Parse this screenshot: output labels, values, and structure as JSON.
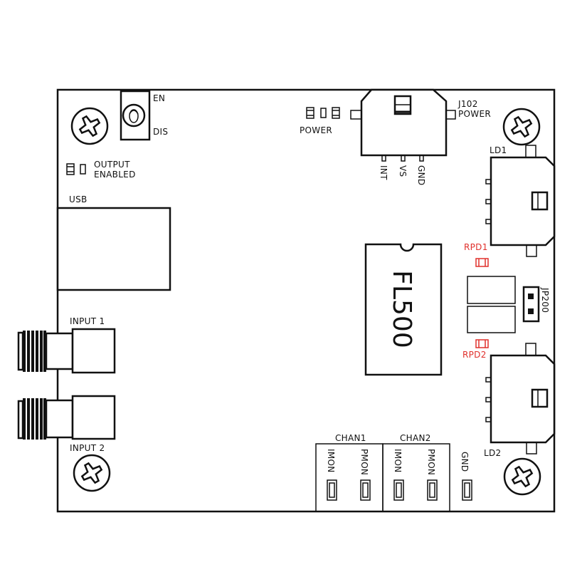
{
  "board": {
    "ic_label": "FL500",
    "switch": {
      "on_label": "EN",
      "off_label": "DIS"
    },
    "output_led": {
      "line1": "OUTPUT",
      "line2": "ENABLED"
    },
    "power_led": {
      "label": "POWER"
    },
    "power_connector": {
      "ref": "J102",
      "name": "POWER",
      "pins": [
        "INT",
        "VS",
        "GND"
      ]
    },
    "usb": {
      "label": "USB"
    },
    "inputs": [
      {
        "label": "INPUT 1"
      },
      {
        "label": "INPUT 2"
      }
    ],
    "laser_diodes": [
      {
        "label": "LD1"
      },
      {
        "label": "LD2"
      }
    ],
    "resistors": [
      {
        "label": "RPD1"
      },
      {
        "label": "RPD2"
      }
    ],
    "jumper": {
      "label": "JP200"
    },
    "test_points": {
      "groups": [
        {
          "label": "CHAN1",
          "points": [
            "IMON",
            "PMON"
          ]
        },
        {
          "label": "CHAN2",
          "points": [
            "IMON",
            "PMON"
          ]
        }
      ],
      "gnd": "GND"
    },
    "colors": {
      "outline": "#111111",
      "accent_red": "#e0302c",
      "background": "#ffffff"
    }
  }
}
